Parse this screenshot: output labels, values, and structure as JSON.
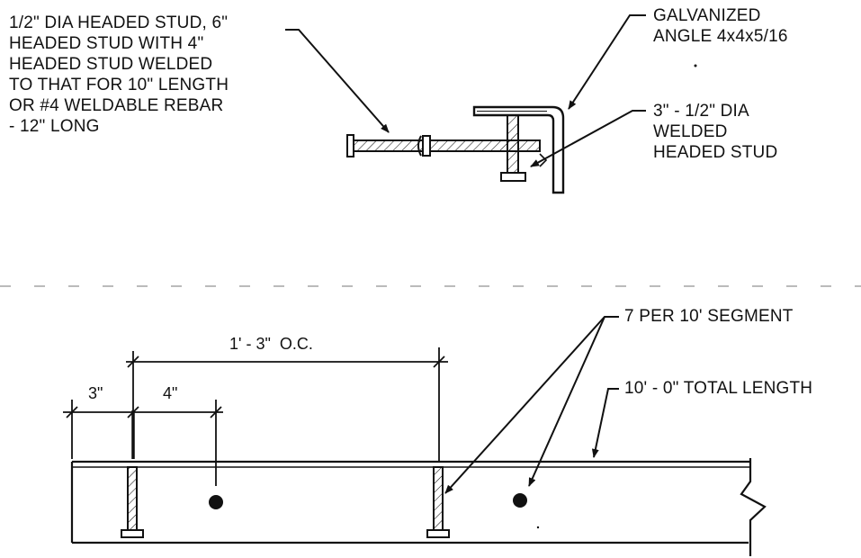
{
  "notes": {
    "stud_option": [
      "1/2\" DIA HEADED STUD, 6\"",
      "HEADED STUD WITH 4\"",
      "HEADED STUD WELDED",
      "TO THAT FOR 10\" LENGTH",
      "OR #4 WELDABLE REBAR",
      "- 12\" LONG"
    ],
    "angle": [
      "GALVANIZED",
      "ANGLE 4x4x5/16"
    ],
    "welded_stud": [
      "3\" - 1/2\" DIA",
      "WELDED",
      "HEADED STUD"
    ],
    "per_segment": "7 PER 10' SEGMENT",
    "total_length": "10' - 0\" TOTAL LENGTH"
  },
  "dimensions": {
    "spacing": "1' - 3\"  O.C.",
    "end_offset": "3\"",
    "stagger": "4\""
  },
  "colors": {
    "ink": "#111111",
    "paper": "#ffffff"
  }
}
